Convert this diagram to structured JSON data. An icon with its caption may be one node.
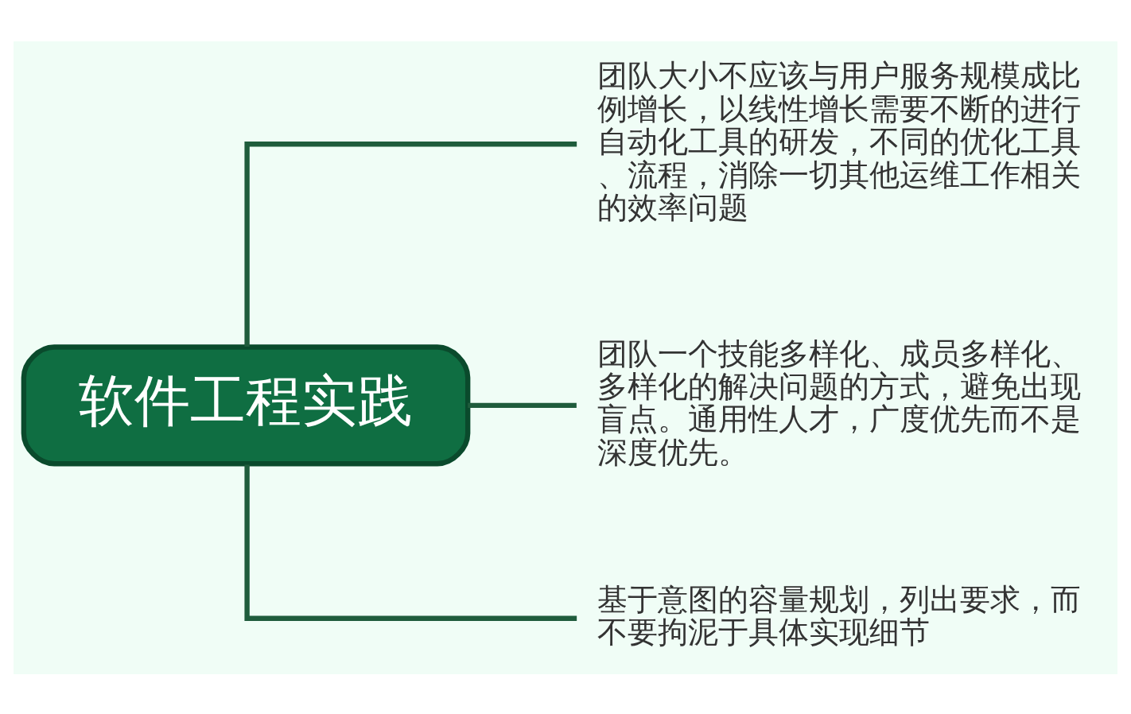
{
  "diagram": {
    "nodes": [
      {
        "text": [
          "软件工程实践"
        ]
      },
      {
        "text": [
          "团队大小不应该与用户服务规模成比例增长，以线性增长需要不断的进行自动化工具的研发，不同的优化工具、流程，消除一切其他运维工作相关的效率问题"
        ]
      },
      {
        "text": [
          "团队一个技能多样化、成员多样化、多样化的解决问题的方式，避免出现盲点。通用性人才，广度优先而不是深度优先。"
        ]
      },
      {
        "text": [
          "基于意图的容量规划，列出要求，而不要拘泥于具体实现细节"
        ]
      }
    ],
    "edges": [
      {
        "from": 0,
        "to": 1,
        "arrow": "none"
      },
      {
        "from": 0,
        "to": 2,
        "arrow": "none"
      },
      {
        "from": 0,
        "to": 3,
        "arrow": "none"
      }
    ]
  }
}
